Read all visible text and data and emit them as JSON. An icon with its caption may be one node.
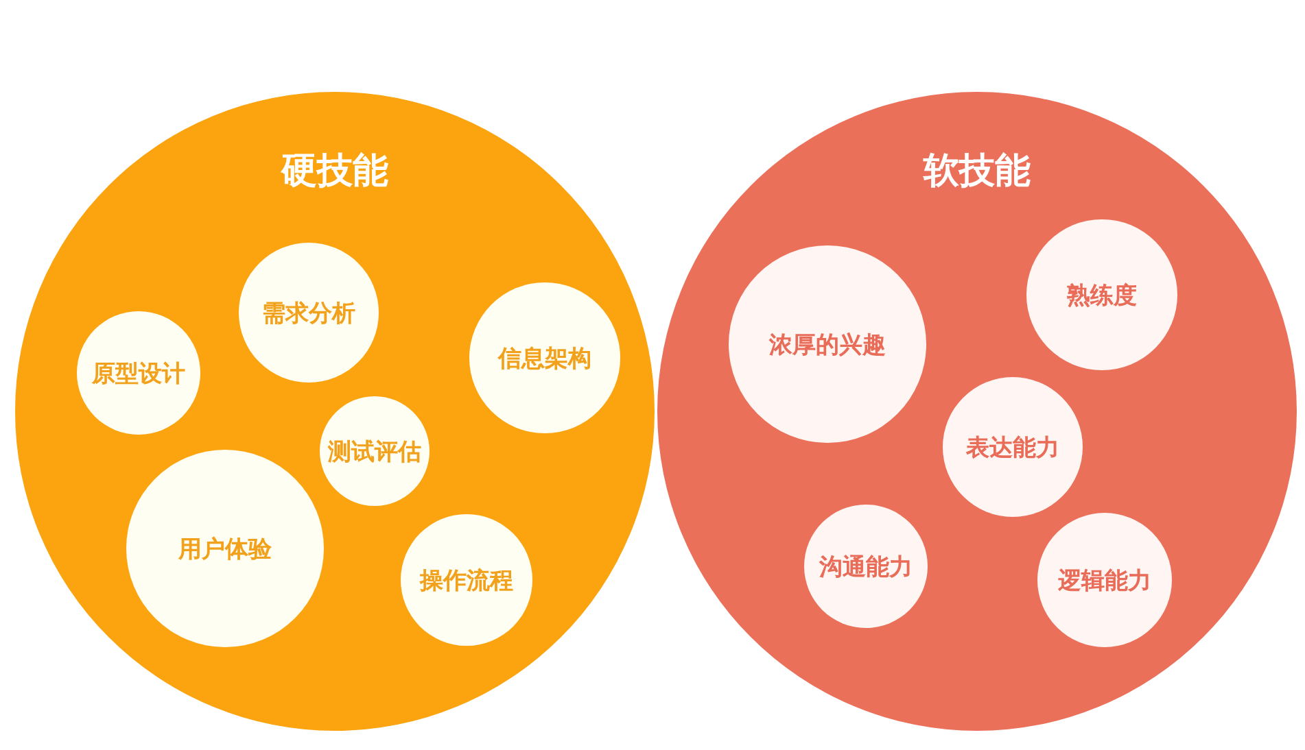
{
  "diagram": {
    "nodes": [
      {
        "text": [
          "硬技能"
        ]
      },
      {
        "text": [
          "需求分析"
        ],
        "in": 0
      },
      {
        "text": [
          "原型设计"
        ],
        "in": 0
      },
      {
        "text": [
          "信息架构"
        ],
        "in": 0
      },
      {
        "text": [
          "测试评估"
        ],
        "in": 0
      },
      {
        "text": [
          "用户体验"
        ],
        "in": 0
      },
      {
        "text": [
          "操作流程"
        ],
        "in": 0
      },
      {
        "text": [
          "软技能"
        ]
      },
      {
        "text": [
          "浓厚的兴趣"
        ],
        "in": 7
      },
      {
        "text": [
          "熟练度"
        ],
        "in": 7
      },
      {
        "text": [
          "表达能力"
        ],
        "in": 7
      },
      {
        "text": [
          "沟通能力"
        ],
        "in": 7
      },
      {
        "text": [
          "逻辑能力"
        ],
        "in": 7
      }
    ]
  }
}
